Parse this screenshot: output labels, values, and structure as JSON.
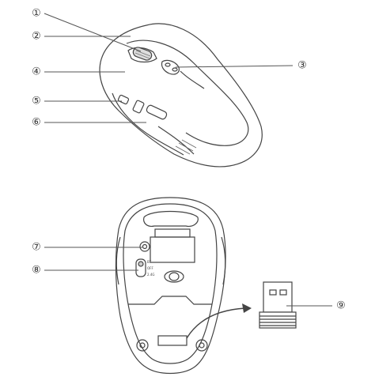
{
  "callouts": [
    {
      "id": "1",
      "label": "①"
    },
    {
      "id": "2",
      "label": "②"
    },
    {
      "id": "3",
      "label": "③"
    },
    {
      "id": "4",
      "label": "④"
    },
    {
      "id": "5",
      "label": "⑤"
    },
    {
      "id": "6",
      "label": "⑥"
    },
    {
      "id": "7",
      "label": "⑦"
    },
    {
      "id": "8",
      "label": "⑧"
    },
    {
      "id": "9",
      "label": "⑨"
    }
  ],
  "switch_labels": {
    "bt": "BT",
    "off": "OFF",
    "g24": "2.4G"
  },
  "colors": {
    "line": "#444444",
    "fill": "#ffffff",
    "shade": "#e6e6e6"
  }
}
